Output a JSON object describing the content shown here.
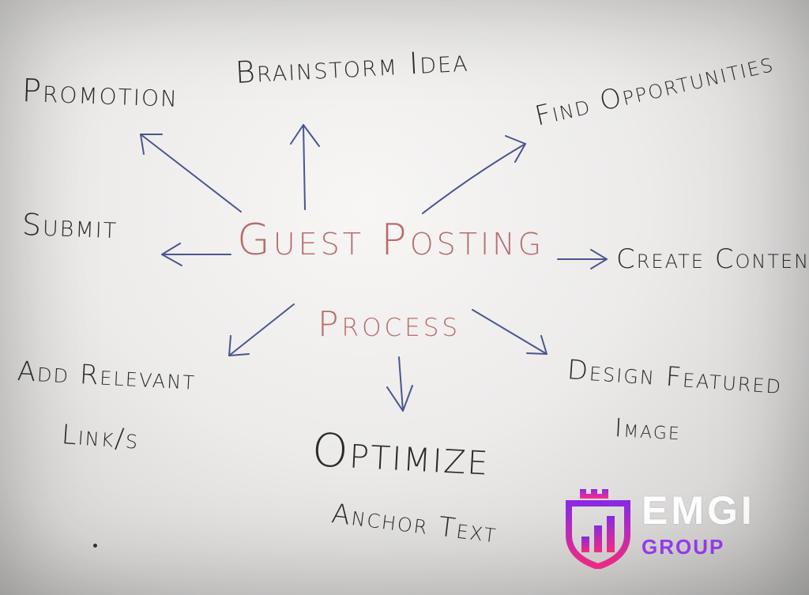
{
  "diagram": {
    "center_line1": "Guest Posting",
    "center_line2": "Process",
    "nodes": {
      "promotion": "Promotion",
      "brainstorm": "Brainstorm Idea",
      "find": "Find Opportunities",
      "submit": "Submit",
      "create": "Create Content",
      "add_links_line1": "Add Relevant",
      "add_links_line2": "Link/s",
      "optimize_line1": "Optimize",
      "optimize_line2": "Anchor Text",
      "design_line1": "Design Featured",
      "design_line2": "Image"
    },
    "colors": {
      "arrow": "#4a5590",
      "center_text": "#b86d6d",
      "node_text": "#2b2b2b"
    }
  },
  "watermark": {
    "brand": "EMGI",
    "sub": "GROUP",
    "icon": "shield-chart-icon",
    "colors": {
      "brand": "#ffffff",
      "sub": "#9a3cf0",
      "shield_top": "#8a2be2",
      "shield_bottom": "#ff2d8a"
    }
  }
}
